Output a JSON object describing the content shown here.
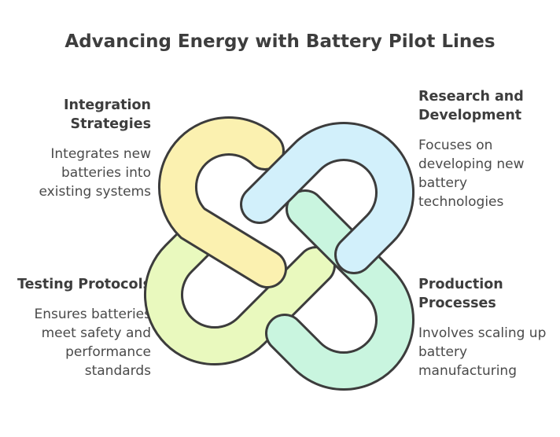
{
  "title": "Advancing Energy with Battery Pilot Lines",
  "sections": {
    "integration": {
      "heading": "Integration Strategies",
      "description": "Integrates new batteries into existing systems",
      "color": "#fbf1b0"
    },
    "research": {
      "heading": "Research and Development",
      "description": "Focuses on developing new battery technologies",
      "color": "#d2f0fb"
    },
    "testing": {
      "heading": "Testing Protocols",
      "description": "Ensures batteries meet safety and performance standards",
      "color": "#e9f9be"
    },
    "production": {
      "heading": "Production Processes",
      "description": "Involves scaling up battery manufacturing",
      "color": "#c9f5df"
    }
  },
  "outline_color": "#3c3c3c"
}
